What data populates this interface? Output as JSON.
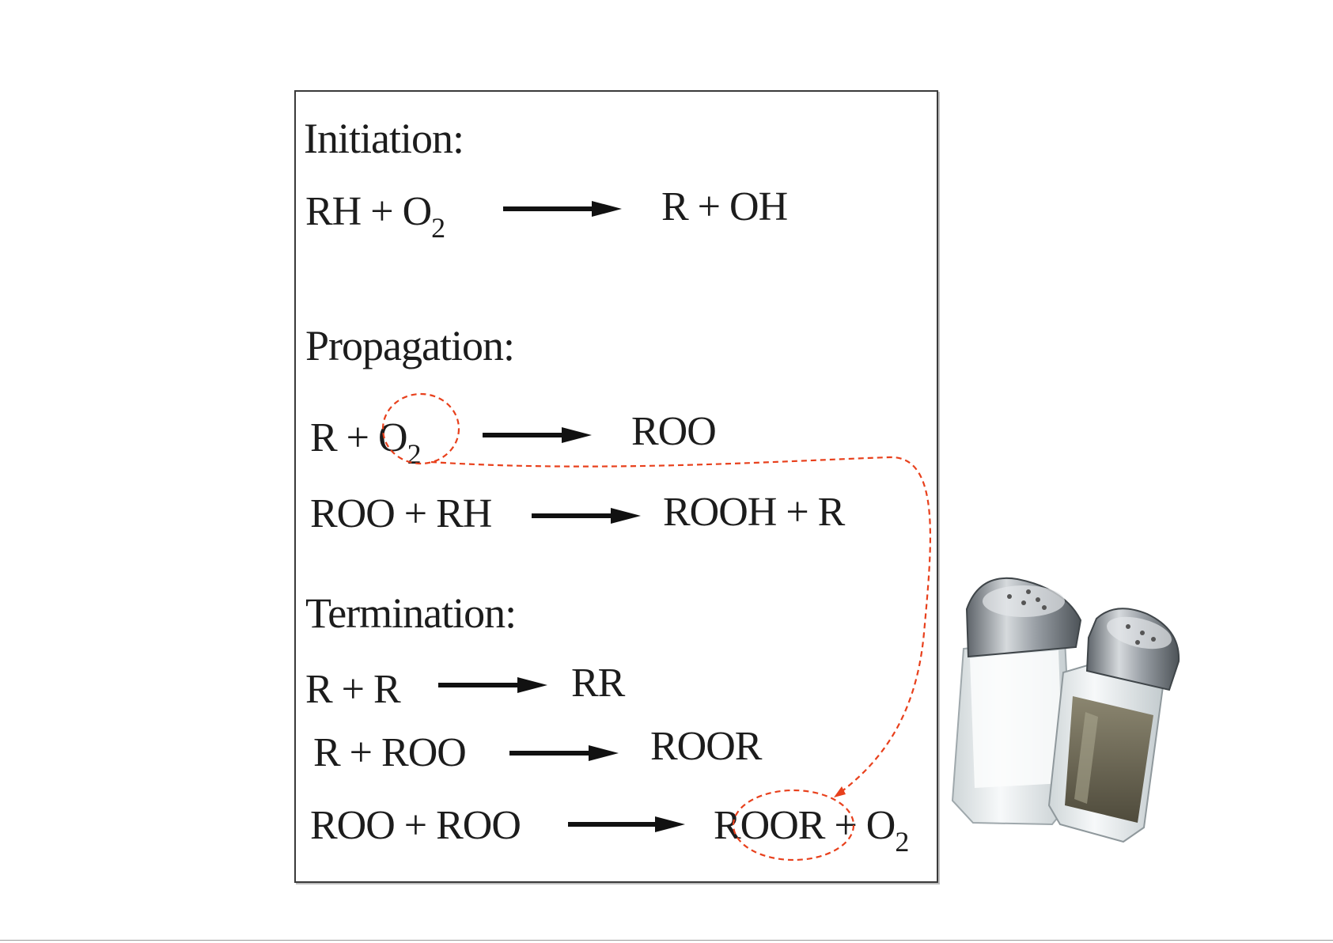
{
  "initiation": {
    "heading": "Initiation:",
    "eq1": {
      "left": "RH + O",
      "left_sub": "2",
      "right": "R + OH"
    }
  },
  "propagation": {
    "heading": "Propagation:",
    "eq1": {
      "left": "R + O",
      "left_sub": "2",
      "right": "ROO"
    },
    "eq2": {
      "left": "ROO + RH",
      "right": "ROOH + R"
    }
  },
  "termination": {
    "heading": "Termination:",
    "eq1": {
      "left": "R + R",
      "right": "RR"
    },
    "eq2": {
      "left": "R + ROO",
      "right": "ROOR"
    },
    "eq3": {
      "left": "ROO + ROO",
      "right": "ROOR + O",
      "right_sub": "2"
    }
  },
  "annotation": {
    "color": "#e8401c",
    "style": "dashed"
  },
  "photo": {
    "subject": "salt-and-pepper-shakers",
    "colors": {
      "cap": "#8f959c",
      "glass": "#e9eef0",
      "pepper": "#6f6a58"
    }
  }
}
